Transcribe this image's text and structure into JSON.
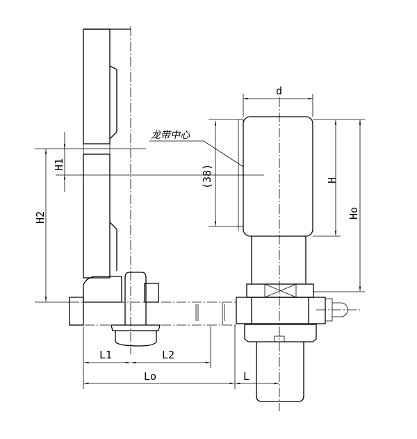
{
  "drawing": {
    "labels": {
      "d": "d",
      "hose_center": "龙带中心",
      "dim_38": "(38)",
      "H": "H",
      "Ho": "Ho",
      "H1": "H1",
      "H2": "H2",
      "L1": "L1",
      "L2": "L2",
      "Lo": "Lo",
      "L": "L"
    }
  }
}
